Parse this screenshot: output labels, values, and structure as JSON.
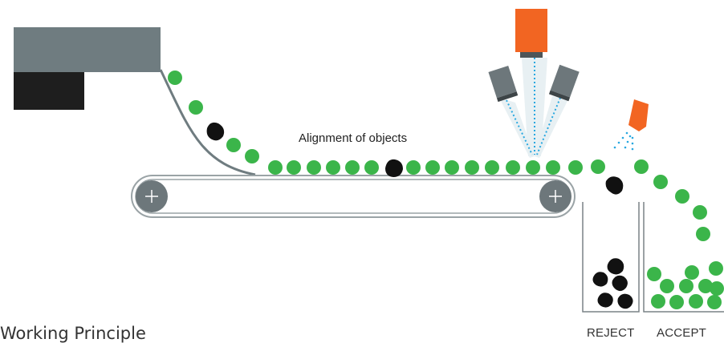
{
  "diagram": {
    "title": "Working Principle",
    "annotation": "Alignment of objects",
    "bins": {
      "reject": "REJECT",
      "accept": "ACCEPT"
    },
    "colors": {
      "good_object": "#3bb54a",
      "bad_object": "#111111",
      "hopper": "#6f7c80",
      "hopper_base": "#1e1e1e",
      "camera": "#f26522",
      "sensor": "#6d777b",
      "roller": "#6d777b",
      "belt_outline": "#9aa3a6",
      "beam": "#29a8e0"
    }
  }
}
